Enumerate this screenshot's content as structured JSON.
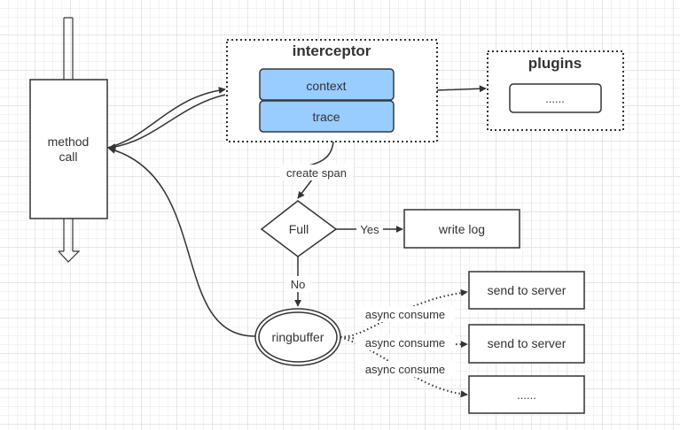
{
  "nodes": {
    "method_call": {
      "line1": "method",
      "line2": "call"
    },
    "interceptor": {
      "title": "interceptor",
      "context": "context",
      "trace": "trace"
    },
    "plugins": {
      "title": "plugins",
      "item": "......"
    },
    "decision": {
      "label": "Full"
    },
    "write_log": {
      "label": "write log"
    },
    "ringbuffer": {
      "label": "ringbuffer"
    },
    "server_1": {
      "label": "send to server"
    },
    "server_2": {
      "label": "send to server"
    },
    "server_3": {
      "label": "......"
    }
  },
  "edges": {
    "create_span": "create span",
    "yes": "Yes",
    "no": "No",
    "async_1": "async consume",
    "async_2": "async consume",
    "async_3": "async consume"
  },
  "colors": {
    "stroke": "#333333",
    "highlight_fill": "#99ccff",
    "highlight_stroke": "#36393d",
    "canvas": "#ffffff"
  }
}
